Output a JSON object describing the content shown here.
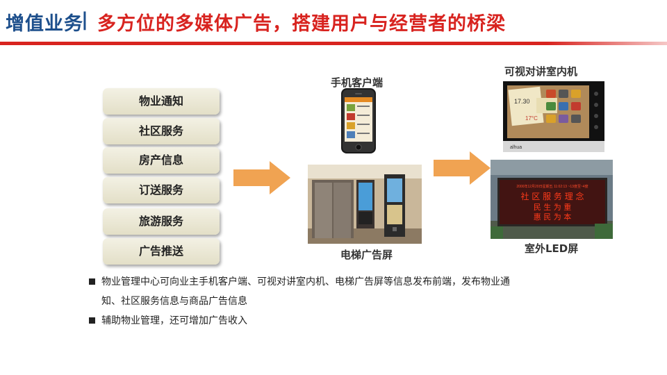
{
  "header": {
    "section": "增值业务",
    "separator": "|",
    "title": "多方位的多媒体广告，搭建用户与经营者的桥梁"
  },
  "services": [
    "物业通知",
    "社区服务",
    "房产信息",
    "订送服务",
    "旅游服务",
    "广告推送"
  ],
  "devices": {
    "phone_caption": "手机客户端",
    "intercom_caption": "可视对讲室内机",
    "elevator_caption": "电梯广告屏",
    "led_caption": "室外LED屏"
  },
  "intercom_screen": {
    "date": "17.30",
    "temp": "17°C",
    "brand": "alhua"
  },
  "led_display": {
    "top_line": "2000年12月20日星期五 11:02:13 ~13度至~4度",
    "heading": "社 区 服 务 理 念",
    "line1": "民 生 为 重",
    "line2": "惠 民 为 本"
  },
  "bullets": [
    "物业管理中心可向业主手机客户端、可视对讲室内机、电梯广告屏等信息发布前端，发布物业通",
    "知、社区服务信息与商品广告信息",
    "辅助物业管理，还可增加广告收入"
  ],
  "colors": {
    "title_blue": "#1d4f8c",
    "title_red": "#d8231f",
    "arrow_orange": "#f0a352"
  }
}
